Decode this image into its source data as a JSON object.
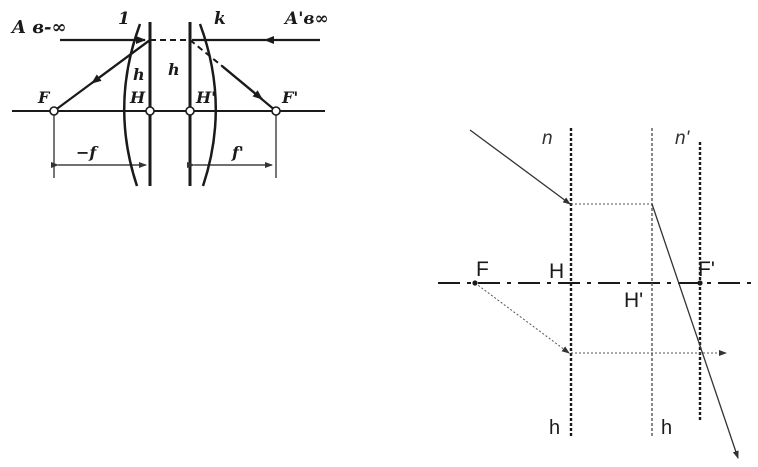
{
  "left_diagram": {
    "label_ab": "A в-∞",
    "label_1": "1",
    "label_k": "k",
    "label_a_prime": "A'в∞",
    "label_h_left": "h",
    "label_h_right": "h",
    "label_F": "F",
    "label_H": "H",
    "label_H_prime": "H'",
    "label_F_prime": "F'",
    "label_minus_f": "−f",
    "label_f_prime": "f'"
  },
  "right_diagram": {
    "label_n": "n",
    "label_n_prime": "n'",
    "label_F": "F",
    "label_H": "H",
    "label_H_prime": "H'",
    "label_F_prime": "F'",
    "label_h_left": "h",
    "label_h_right": "h"
  },
  "colors": {
    "ink": "#1a1a1a",
    "light_ink": "#555555",
    "background": "#ffffff"
  }
}
